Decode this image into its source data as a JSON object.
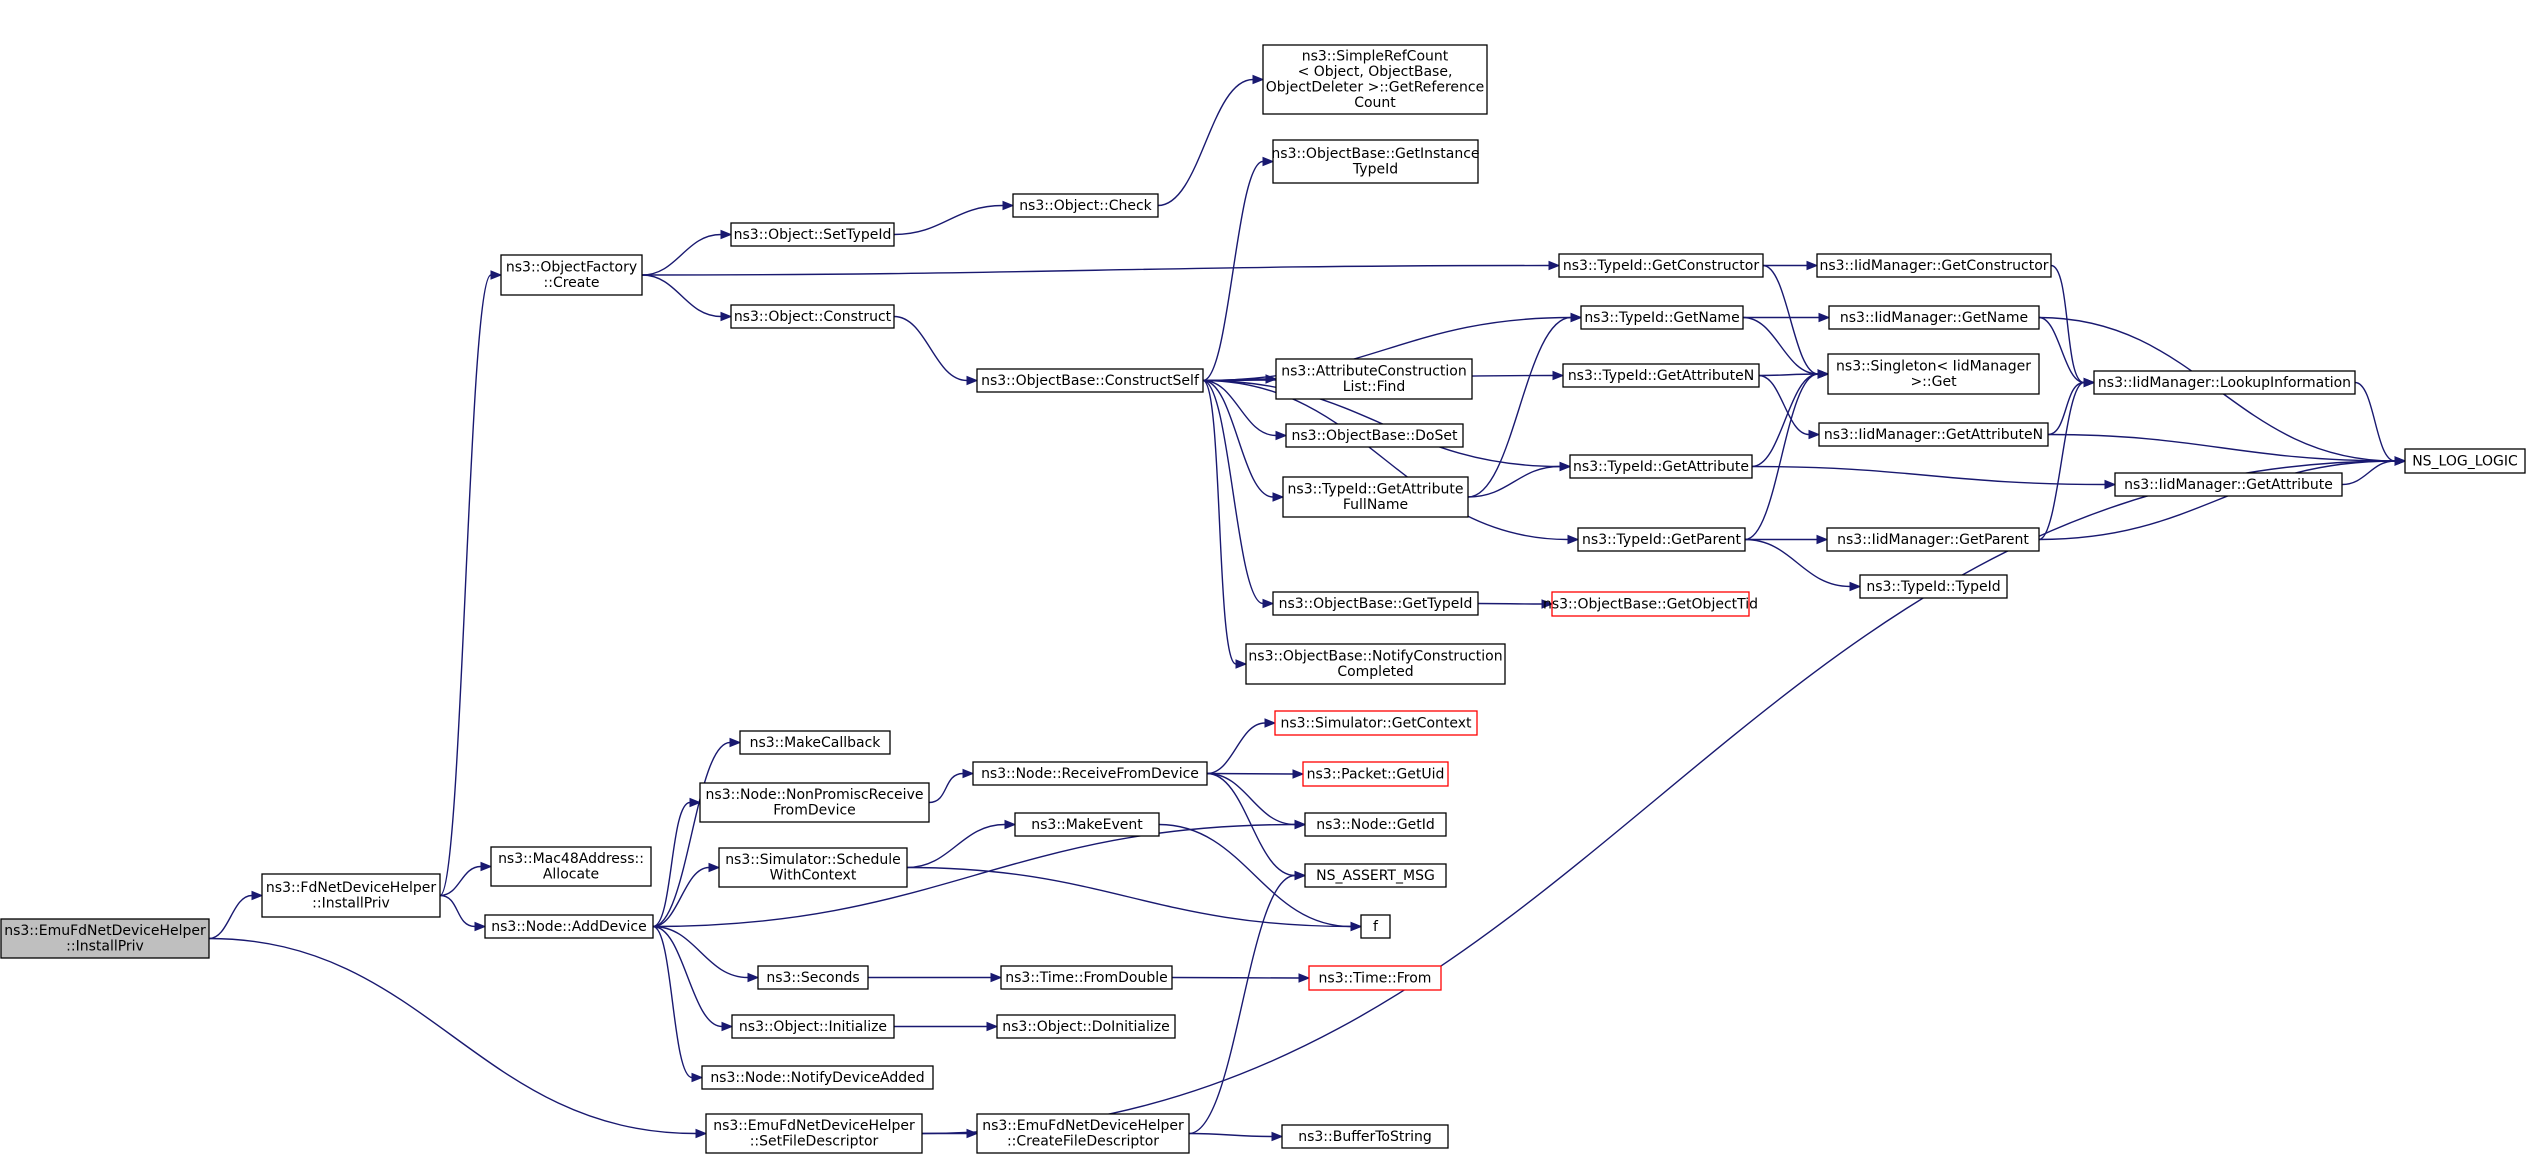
{
  "nodes": [
    {
      "id": "root",
      "lines": [
        "ns3::EmuFdNetDeviceHelper",
        "::InstallPriv"
      ],
      "root": true
    },
    {
      "id": "fdinstall",
      "lines": [
        "ns3::FdNetDeviceHelper",
        "::InstallPriv"
      ]
    },
    {
      "id": "ofcreate",
      "lines": [
        "ns3::ObjectFactory",
        "::Create"
      ]
    },
    {
      "id": "setTypeId",
      "lines": [
        "ns3::Object::SetTypeId"
      ]
    },
    {
      "id": "objconstruct",
      "lines": [
        "ns3::Object::Construct"
      ]
    },
    {
      "id": "objcheck",
      "lines": [
        "ns3::Object::Check"
      ]
    },
    {
      "id": "simpleref",
      "lines": [
        "ns3::SimpleRefCount",
        "< Object, ObjectBase,",
        "ObjectDeleter >::GetReference",
        "Count"
      ]
    },
    {
      "id": "getInstTid",
      "lines": [
        "ns3::ObjectBase::GetInstance",
        "TypeId"
      ]
    },
    {
      "id": "constructSelf",
      "lines": [
        "ns3::ObjectBase::ConstructSelf"
      ]
    },
    {
      "id": "attrListFind",
      "lines": [
        "ns3::AttributeConstruction",
        "List::Find"
      ]
    },
    {
      "id": "doSet",
      "lines": [
        "ns3::ObjectBase::DoSet"
      ]
    },
    {
      "id": "getAttrFullName",
      "lines": [
        "ns3::TypeId::GetAttribute",
        "FullName"
      ]
    },
    {
      "id": "obGetTypeId",
      "lines": [
        "ns3::ObjectBase::GetTypeId"
      ]
    },
    {
      "id": "notifyConst",
      "lines": [
        "ns3::ObjectBase::NotifyConstruction",
        "Completed"
      ]
    },
    {
      "id": "obGetObjectTid",
      "lines": [
        "ns3::ObjectBase::GetObjectTid"
      ],
      "truncated": true
    },
    {
      "id": "tidGetConstructor",
      "lines": [
        "ns3::TypeId::GetConstructor"
      ]
    },
    {
      "id": "tidGetName",
      "lines": [
        "ns3::TypeId::GetName"
      ]
    },
    {
      "id": "tidGetAttributeN",
      "lines": [
        "ns3::TypeId::GetAttributeN"
      ]
    },
    {
      "id": "tidGetAttribute",
      "lines": [
        "ns3::TypeId::GetAttribute"
      ]
    },
    {
      "id": "tidGetParent",
      "lines": [
        "ns3::TypeId::GetParent"
      ]
    },
    {
      "id": "iidGetConstructor",
      "lines": [
        "ns3::IidManager::GetConstructor"
      ]
    },
    {
      "id": "iidGetName",
      "lines": [
        "ns3::IidManager::GetName"
      ]
    },
    {
      "id": "singletonGet",
      "lines": [
        "ns3::Singleton< IidManager",
        ">::Get"
      ]
    },
    {
      "id": "iidGetAttributeN",
      "lines": [
        "ns3::IidManager::GetAttributeN"
      ]
    },
    {
      "id": "iidGetAttribute",
      "lines": [
        "ns3::IidManager::GetAttribute"
      ]
    },
    {
      "id": "iidGetParent",
      "lines": [
        "ns3::IidManager::GetParent"
      ]
    },
    {
      "id": "tidTypeId",
      "lines": [
        "ns3::TypeId::TypeId"
      ]
    },
    {
      "id": "iidLookup",
      "lines": [
        "ns3::IidManager::LookupInformation"
      ]
    },
    {
      "id": "nsLogLogic",
      "lines": [
        "NS_LOG_LOGIC"
      ]
    },
    {
      "id": "mac48Alloc",
      "lines": [
        "ns3::Mac48Address::",
        "Allocate"
      ]
    },
    {
      "id": "nodeAddDevice",
      "lines": [
        "ns3::Node::AddDevice"
      ]
    },
    {
      "id": "makeCallback",
      "lines": [
        "ns3::MakeCallback"
      ]
    },
    {
      "id": "nonPromisc",
      "lines": [
        "ns3::Node::NonPromiscReceive",
        "FromDevice"
      ]
    },
    {
      "id": "schedWithCtx",
      "lines": [
        "ns3::Simulator::Schedule",
        "WithContext"
      ]
    },
    {
      "id": "seconds",
      "lines": [
        "ns3::Seconds"
      ]
    },
    {
      "id": "objInitialize",
      "lines": [
        "ns3::Object::Initialize"
      ]
    },
    {
      "id": "notifyDevAdded",
      "lines": [
        "ns3::Node::NotifyDeviceAdded"
      ]
    },
    {
      "id": "receiveFromDev",
      "lines": [
        "ns3::Node::ReceiveFromDevice"
      ]
    },
    {
      "id": "makeEvent",
      "lines": [
        "ns3::MakeEvent"
      ]
    },
    {
      "id": "timeFromDouble",
      "lines": [
        "ns3::Time::FromDouble"
      ]
    },
    {
      "id": "objDoInit",
      "lines": [
        "ns3::Object::DoInitialize"
      ]
    },
    {
      "id": "simGetContext",
      "lines": [
        "ns3::Simulator::GetContext"
      ],
      "truncated": true
    },
    {
      "id": "packetGetUid",
      "lines": [
        "ns3::Packet::GetUid"
      ],
      "truncated": true
    },
    {
      "id": "nodeGetId",
      "lines": [
        "ns3::Node::GetId"
      ]
    },
    {
      "id": "nsAssertMsg",
      "lines": [
        "NS_ASSERT_MSG"
      ]
    },
    {
      "id": "fnF",
      "lines": [
        "f"
      ]
    },
    {
      "id": "timeFrom",
      "lines": [
        "ns3::Time::From"
      ],
      "truncated": true
    },
    {
      "id": "setFileDesc",
      "lines": [
        "ns3::EmuFdNetDeviceHelper",
        "::SetFileDescriptor"
      ]
    },
    {
      "id": "createFileDesc",
      "lines": [
        "ns3::EmuFdNetDeviceHelper",
        "::CreateFileDescriptor"
      ]
    },
    {
      "id": "bufferToString",
      "lines": [
        "ns3::BufferToString"
      ]
    }
  ],
  "edges": [
    [
      "root",
      "fdinstall"
    ],
    [
      "root",
      "setFileDesc"
    ],
    [
      "fdinstall",
      "ofcreate"
    ],
    [
      "fdinstall",
      "mac48Alloc"
    ],
    [
      "fdinstall",
      "nodeAddDevice"
    ],
    [
      "ofcreate",
      "tidGetConstructor"
    ],
    [
      "ofcreate",
      "setTypeId"
    ],
    [
      "ofcreate",
      "objconstruct"
    ],
    [
      "setTypeId",
      "objcheck"
    ],
    [
      "objcheck",
      "simpleref"
    ],
    [
      "objconstruct",
      "constructSelf"
    ],
    [
      "constructSelf",
      "getInstTid"
    ],
    [
      "constructSelf",
      "tidGetName"
    ],
    [
      "constructSelf",
      "tidGetAttributeN"
    ],
    [
      "constructSelf",
      "tidGetAttribute"
    ],
    [
      "constructSelf",
      "attrListFind"
    ],
    [
      "constructSelf",
      "doSet"
    ],
    [
      "constructSelf",
      "getAttrFullName"
    ],
    [
      "constructSelf",
      "tidGetParent"
    ],
    [
      "constructSelf",
      "obGetTypeId"
    ],
    [
      "constructSelf",
      "notifyConst"
    ],
    [
      "getAttrFullName",
      "tidGetName"
    ],
    [
      "getAttrFullName",
      "tidGetAttribute"
    ],
    [
      "obGetTypeId",
      "obGetObjectTid"
    ],
    [
      "tidGetConstructor",
      "iidGetConstructor"
    ],
    [
      "tidGetConstructor",
      "singletonGet"
    ],
    [
      "tidGetName",
      "iidGetName"
    ],
    [
      "tidGetName",
      "singletonGet"
    ],
    [
      "tidGetAttributeN",
      "singletonGet"
    ],
    [
      "tidGetAttributeN",
      "iidGetAttributeN"
    ],
    [
      "tidGetAttribute",
      "singletonGet"
    ],
    [
      "tidGetAttribute",
      "iidGetAttribute"
    ],
    [
      "tidGetParent",
      "singletonGet"
    ],
    [
      "tidGetParent",
      "iidGetParent"
    ],
    [
      "tidGetParent",
      "tidTypeId"
    ],
    [
      "iidGetConstructor",
      "iidLookup"
    ],
    [
      "iidGetName",
      "iidLookup"
    ],
    [
      "iidGetName",
      "nsLogLogic"
    ],
    [
      "iidGetAttributeN",
      "iidLookup"
    ],
    [
      "iidGetAttributeN",
      "nsLogLogic"
    ],
    [
      "iidGetAttribute",
      "nsLogLogic"
    ],
    [
      "iidGetParent",
      "iidLookup"
    ],
    [
      "iidGetParent",
      "nsLogLogic"
    ],
    [
      "iidLookup",
      "nsLogLogic"
    ],
    [
      "nodeAddDevice",
      "makeCallback"
    ],
    [
      "nodeAddDevice",
      "nonPromisc"
    ],
    [
      "nodeAddDevice",
      "schedWithCtx"
    ],
    [
      "nodeAddDevice",
      "nodeGetId"
    ],
    [
      "nodeAddDevice",
      "seconds"
    ],
    [
      "nodeAddDevice",
      "objInitialize"
    ],
    [
      "nodeAddDevice",
      "notifyDevAdded"
    ],
    [
      "nonPromisc",
      "receiveFromDev"
    ],
    [
      "receiveFromDev",
      "simGetContext"
    ],
    [
      "receiveFromDev",
      "packetGetUid"
    ],
    [
      "receiveFromDev",
      "nodeGetId"
    ],
    [
      "receiveFromDev",
      "nsAssertMsg"
    ],
    [
      "schedWithCtx",
      "makeEvent"
    ],
    [
      "schedWithCtx",
      "fnF"
    ],
    [
      "makeEvent",
      "fnF"
    ],
    [
      "seconds",
      "timeFromDouble"
    ],
    [
      "timeFromDouble",
      "timeFrom"
    ],
    [
      "objInitialize",
      "objDoInit"
    ],
    [
      "setFileDesc",
      "nsLogLogic"
    ],
    [
      "setFileDesc",
      "createFileDesc"
    ],
    [
      "createFileDesc",
      "nsAssertMsg"
    ],
    [
      "createFileDesc",
      "bufferToString"
    ]
  ],
  "colors": {
    "edge": "#191970",
    "root_fill": "#bfbfbf",
    "truncated_border": "#ff0000"
  }
}
